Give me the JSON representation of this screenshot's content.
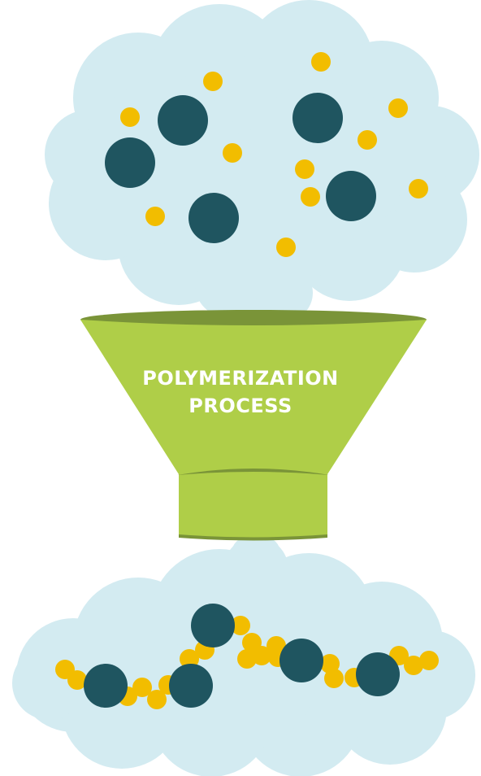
{
  "funnel": {
    "label_line1": "POLYMERIZATION",
    "label_line2": "PROCESS"
  },
  "colors": {
    "cloud": "#d3ebf1",
    "monomer_large": "#1f5560",
    "monomer_small": "#f2bd00",
    "funnel_body": "#afce48",
    "funnel_rim": "#7a9438",
    "label_text": "#ffffff"
  },
  "icons": {
    "input_cloud": "cloud-shape",
    "output_cloud": "cloud-shape",
    "funnel": "funnel-icon",
    "monomer_large": "circle",
    "monomer_small": "circle",
    "polymer_chain": "chain-of-circles"
  }
}
